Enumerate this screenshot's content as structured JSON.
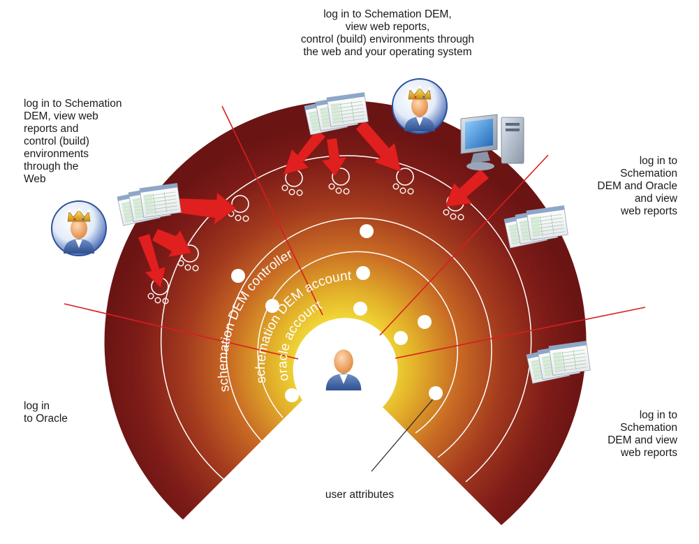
{
  "labels": {
    "top": [
      "log in to Schemation DEM,",
      "view web reports,",
      "control (build) environments through",
      "the web and your operating system"
    ],
    "left": [
      "log in to Schemation",
      "DEM, view web",
      "reports and",
      "control (build)",
      "environments",
      "through the",
      "Web"
    ],
    "right_upper": [
      "log in to",
      "Schemation",
      "DEM and Oracle",
      "and view",
      "web reports"
    ],
    "right_lower": [
      "log in to",
      "Schemation",
      "DEM and view",
      "web reports"
    ],
    "bottom_left": [
      "log in",
      "to Oracle"
    ],
    "bottom_center": "user attributes"
  },
  "rings": {
    "outer": "schemation DEM controller",
    "middle": "schemation DEM account",
    "inner": "oracle account"
  },
  "icons": {
    "top_user": "crowned-user-icon",
    "left_user": "crowned-user-icon",
    "center_user": "user-icon",
    "computer": "desktop-computer-icon",
    "reports": "web-reports-icon"
  },
  "colors": {
    "ring_outer": "#6e1616",
    "ring_mid": "#c0521f",
    "ring_center": "#f2d424",
    "arrow": "#e0201f",
    "line": "#d81e1e"
  }
}
